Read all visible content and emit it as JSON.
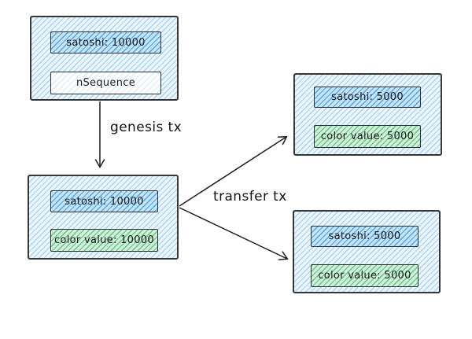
{
  "diagram": {
    "title_hint": "colored coin utxo flow",
    "colors": {
      "stroke": "#1e1e1e",
      "outer_box_fill": "#cde4f6",
      "satoshi_field_fill": "#8ec2ee",
      "color_field_fill": "#a4dbb8",
      "plain_field_fill": "#f4fafe"
    },
    "labels": {
      "genesis": "genesis tx",
      "transfer": "transfer tx"
    },
    "nodes": {
      "input": {
        "satoshi": "satoshi: 10000",
        "nsequence": "nSequence"
      },
      "genesis_out": {
        "satoshi": "satoshi: 10000",
        "color": "color value: 10000"
      },
      "transfer_out_top": {
        "satoshi": "satoshi: 5000",
        "color": "color value: 5000"
      },
      "transfer_out_bottom": {
        "satoshi": "satoshi: 5000",
        "color": "color value: 5000"
      }
    }
  }
}
